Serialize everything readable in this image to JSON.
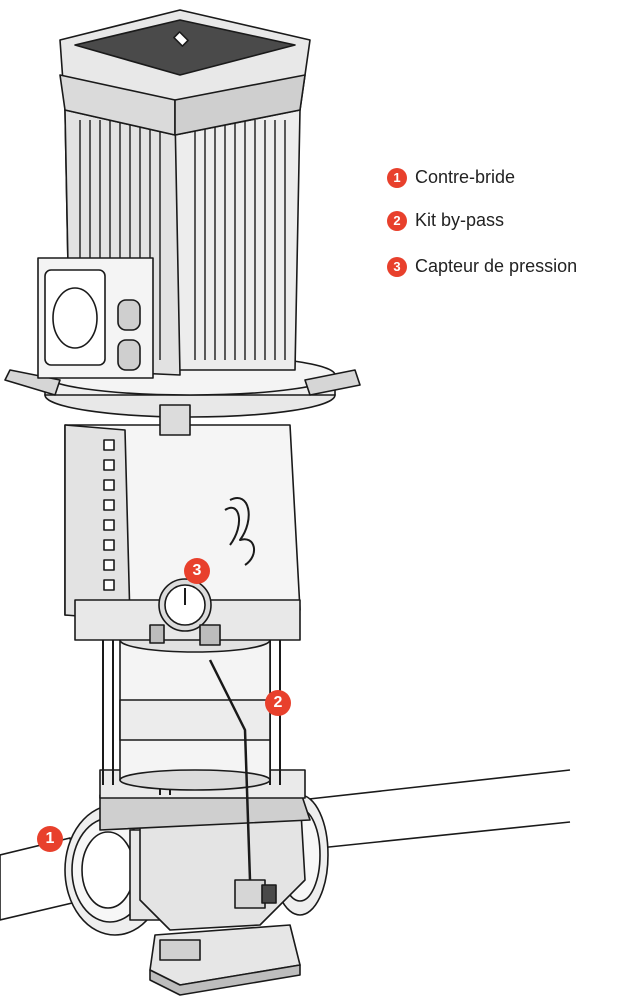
{
  "legend": {
    "items": [
      {
        "number": "1",
        "label": "Contre-bride"
      },
      {
        "number": "2",
        "label": "Kit by-pass"
      },
      {
        "number": "3",
        "label": "Capteur de pression"
      }
    ]
  },
  "callouts": {
    "counter_flange": "1",
    "bypass_kit": "2",
    "pressure_sensor": "3"
  },
  "colors": {
    "badge": "#e8402c",
    "line": "#1a1a1a",
    "fill_light": "#f2f2f2",
    "fill_mid": "#d9d9d9",
    "fill_dark": "#4a4a4a"
  }
}
